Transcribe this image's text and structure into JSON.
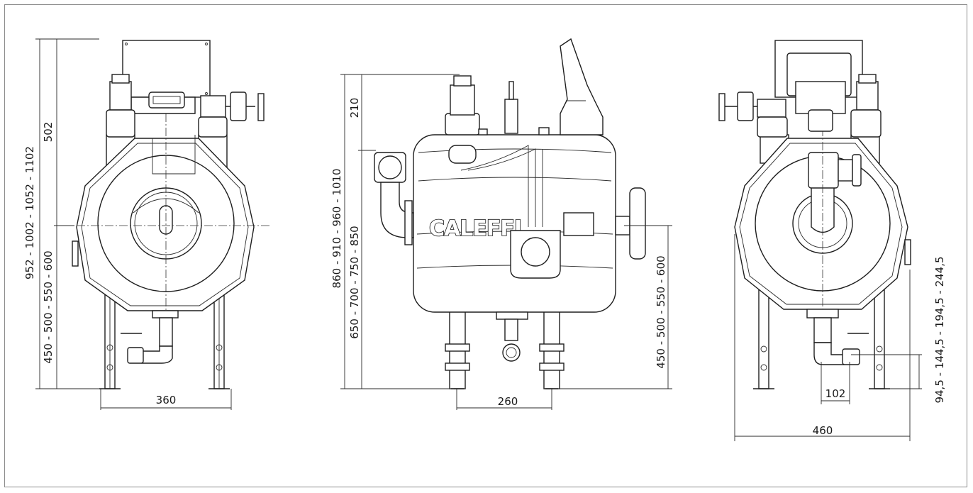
{
  "brand": {
    "logo_text": "CALEFFI"
  },
  "left_view": {
    "total_height": "952 - 1002 - 1052 - 1102",
    "top_offset": "502",
    "axis_height": "450 - 500 - 550 - 600",
    "leg_spacing": "360"
  },
  "center_view": {
    "top_offset": "210",
    "total_height": "860 - 910 - 960 - 1010",
    "inlet_height": "650 - 700 - 750 - 850",
    "axis_height": "450 - 500 - 550 - 600",
    "leg_spacing": "260"
  },
  "right_view": {
    "drain_height": "94,5 - 144,5 - 194,5 - 244,5",
    "drain_offset": "102",
    "total_width": "460"
  }
}
